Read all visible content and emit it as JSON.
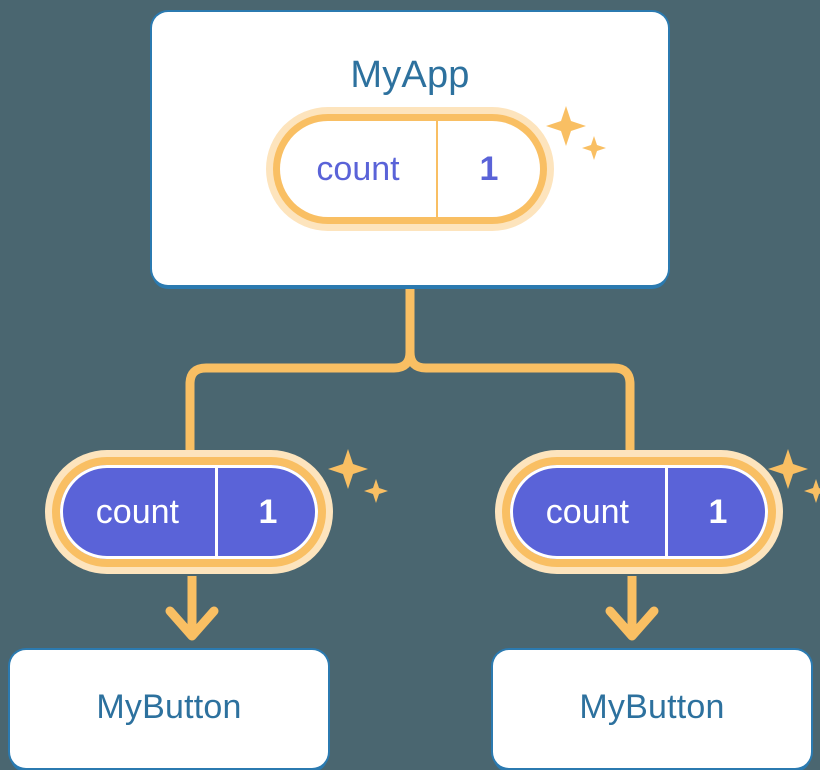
{
  "diagram": {
    "title_hint": "React state propagation tree",
    "background_color": "#4a6670"
  },
  "colors": {
    "background": "#4a6670",
    "card_fill": "#ffffff",
    "card_border": "#2b7ab0",
    "card_title_text": "#2d719e",
    "pill_glow": "#fde4bd",
    "pill_ring": "#f9bf63",
    "pill_fill_state": "#5a63d8",
    "pill_text_indigo": "#5a63d8",
    "pill_text_white": "#ffffff",
    "connector": "#f9bf63",
    "sparkle": "#f9bf63"
  },
  "app_card": {
    "title": "MyApp",
    "state_pill": {
      "key": "count",
      "value": "1",
      "sparkle_icon": "sparkle-icon"
    }
  },
  "children": [
    {
      "state_pill": {
        "key": "count",
        "value": "1",
        "sparkle_icon": "sparkle-icon"
      },
      "button_card": {
        "title": "MyButton"
      }
    },
    {
      "state_pill": {
        "key": "count",
        "value": "1",
        "sparkle_icon": "sparkle-icon"
      },
      "button_card": {
        "title": "MyButton"
      }
    }
  ]
}
